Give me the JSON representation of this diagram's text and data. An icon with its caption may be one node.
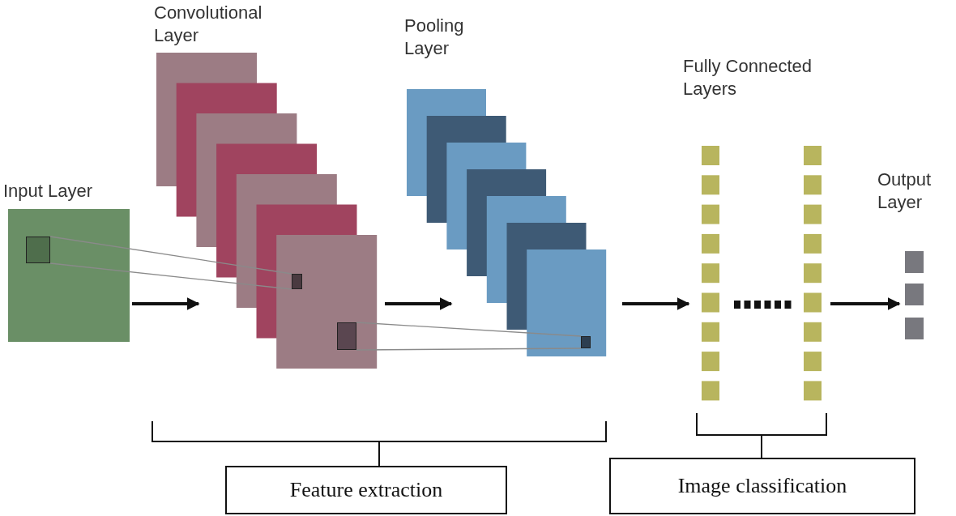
{
  "diagram": {
    "nodes": [
      {
        "text": [
          "Input Layer"
        ]
      },
      {
        "text": [
          "Convolutional Layer"
        ]
      },
      {
        "text": [
          "Pooling Layer"
        ]
      },
      {
        "text": [
          "Fully Connected Layers"
        ]
      },
      {
        "text": [
          "Output Layer"
        ]
      },
      {
        "text": [
          "Feature extraction"
        ]
      },
      {
        "text": [
          "Image classification"
        ]
      },
      {
        "text": [],
        "shape": "box",
        "in": 0
      },
      {
        "text": [],
        "shape": "box",
        "in": 1
      },
      {
        "text": [],
        "shape": "box",
        "in": 1
      },
      {
        "text": [],
        "shape": "box",
        "in": 2
      }
    ],
    "edges": [
      {
        "from": 0,
        "to": 1,
        "arrow": "to",
        "style": "thick"
      },
      {
        "from": 1,
        "to": 2,
        "arrow": "to",
        "style": "thick"
      },
      {
        "from": 2,
        "to": 3,
        "arrow": "to",
        "style": "thick"
      },
      {
        "from": 3,
        "to": 4,
        "arrow": "to",
        "style": "thick"
      },
      {
        "from": 7,
        "to": 8,
        "arrow": "none",
        "color": "#8a8a8a"
      },
      {
        "from": 7,
        "to": 8,
        "arrow": "none",
        "color": "#8a8a8a"
      },
      {
        "from": 9,
        "to": 10,
        "arrow": "none",
        "color": "#8a8a8a"
      },
      {
        "from": 9,
        "to": 10,
        "arrow": "none",
        "color": "#8a8a8a"
      }
    ]
  }
}
